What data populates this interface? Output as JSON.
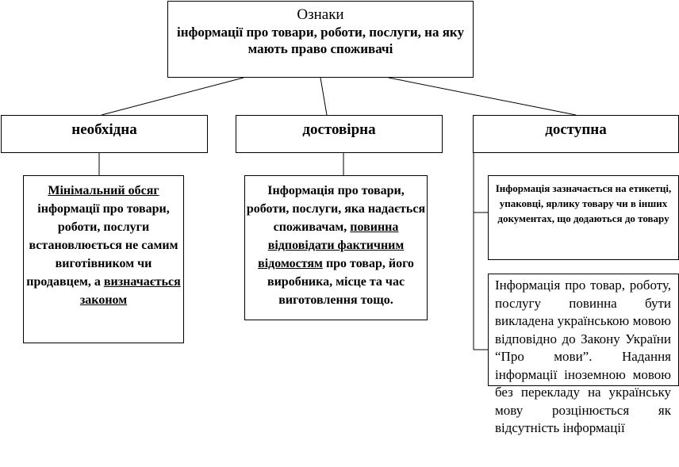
{
  "top": {
    "title": "Ознаки",
    "subtitle": "інформації про товари, роботи, послуги, на яку мають право споживачі"
  },
  "categories": [
    {
      "label": "необхідна"
    },
    {
      "label": "достовірна"
    },
    {
      "label": "доступна"
    }
  ],
  "details": {
    "d1": {
      "part1_underlined": "Мінімальний обсяг",
      "part2": " інформації про товари, роботи, послуги встановлюється не самим виготівником чи продавцем, а ",
      "part3_underlined": "визначається законом"
    },
    "d2": {
      "part1": "Інформація про товари, роботи, послуги, яка надається споживачам, ",
      "part2_underlined": "повинна відповідати фактичним відомостям",
      "part3": " про товар, його виробника, місце та час виготовлення тощо."
    },
    "d3": {
      "text": "Інформація зазначається на етикетці, упаковці, ярлику товару чи в інших документах, що додаються до товару"
    },
    "d4": {
      "text": "Інформація про товар, роботу, послугу повинна бути викладена українською мовою відповідно до Закону України “Про мови”. Надання інформації іноземною мовою без перекладу на українську мову розцінюється як відсутність інформації"
    }
  }
}
